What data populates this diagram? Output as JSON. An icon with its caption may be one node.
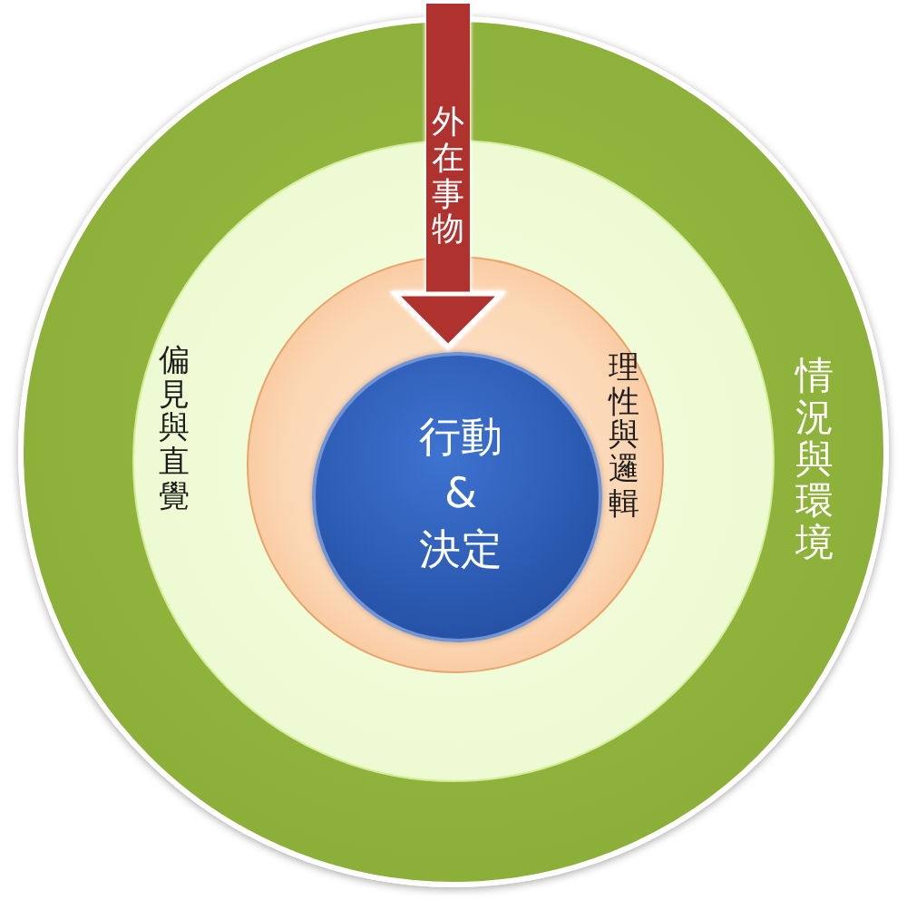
{
  "diagram": {
    "nodes": [
      {
        "text": [
          "情況與環境"
        ]
      },
      {
        "text": [
          "偏見與直覺"
        ],
        "in": 0
      },
      {
        "text": [
          "理性與邏輯"
        ],
        "in": 1
      },
      {
        "text": [
          "行動 & 決定"
        ],
        "in": 2
      }
    ],
    "edges": [
      {
        "from": null,
        "to": 3,
        "arrow": "to",
        "label": "外在事物"
      }
    ]
  }
}
